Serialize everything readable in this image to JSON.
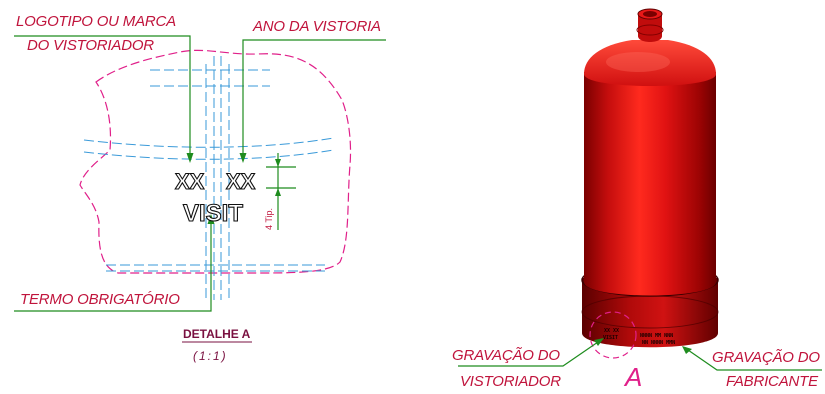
{
  "detail": {
    "label_logo_line1": "LOGOTIPO OU MARCA",
    "label_logo_line2": "DO VISTORIADOR",
    "label_year": "ANO DA VISTORIA",
    "code_a": "XX",
    "code_b": "XX",
    "visit": "VISIT",
    "dim_text": "4 Tip.",
    "label_term": "TERMO OBRIGATÓRIO",
    "title": "DETALHE A",
    "scale": "(1:1)"
  },
  "cylinder": {
    "body_color": "#d81010",
    "label_inspector_line1": "GRAVAÇÃO DO",
    "label_inspector_line2": "VISTORIADOR",
    "label_maker_line1": "GRAVAÇÃO DO",
    "label_maker_line2": "FABRICANTE",
    "detail_letter": "A"
  },
  "colors": {
    "label_red": "#c0143c",
    "leader_green": "#1e8c1e",
    "break_magenta": "#e0208a",
    "hidden_blue": "#3a9ad9"
  }
}
